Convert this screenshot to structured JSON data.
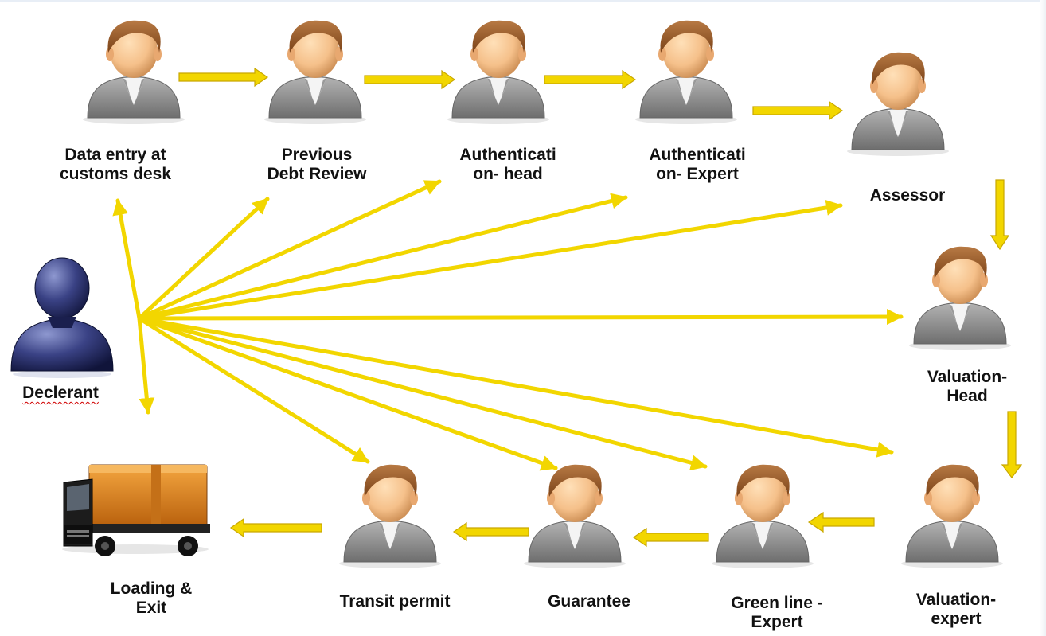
{
  "nodes": {
    "data_entry": {
      "line1": "Data entry at",
      "line2": "customs desk",
      "icon": "officer-icon"
    },
    "previous_debt": {
      "line1": "Previous",
      "line2": "Debt Review",
      "icon": "officer-icon"
    },
    "auth_head": {
      "line1": "Authenticati",
      "line2": "on- head",
      "icon": "officer-icon"
    },
    "auth_expert": {
      "line1": "Authenticati",
      "line2": "on- Expert",
      "icon": "officer-icon"
    },
    "assessor": {
      "line1": "Assessor",
      "icon": "officer-icon"
    },
    "valuation_head": {
      "line1": "Valuation-",
      "line2": "Head",
      "icon": "officer-icon"
    },
    "valuation_expert": {
      "line1": "Valuation-",
      "line2": "expert",
      "icon": "officer-icon"
    },
    "green_line": {
      "line1": "Green line -",
      "line2": "Expert",
      "icon": "officer-icon"
    },
    "guarantee": {
      "line1": "Guarantee",
      "icon": "officer-icon"
    },
    "transit": {
      "line1": "Transit permit",
      "icon": "officer-icon"
    },
    "loading": {
      "line1": "Loading &",
      "line2": "Exit",
      "icon": "truck-icon"
    },
    "declarant": {
      "line1": "Declerant",
      "icon": "declarant-icon"
    }
  },
  "colors": {
    "arrow": "#f2d600",
    "arrow_outline": "#c9a800",
    "skin": "#f5c08a",
    "hair": "#9a5a26",
    "suit": "#8c8c8c",
    "declarant": "#2c3470",
    "truck_cargo": "#e08a1e"
  }
}
